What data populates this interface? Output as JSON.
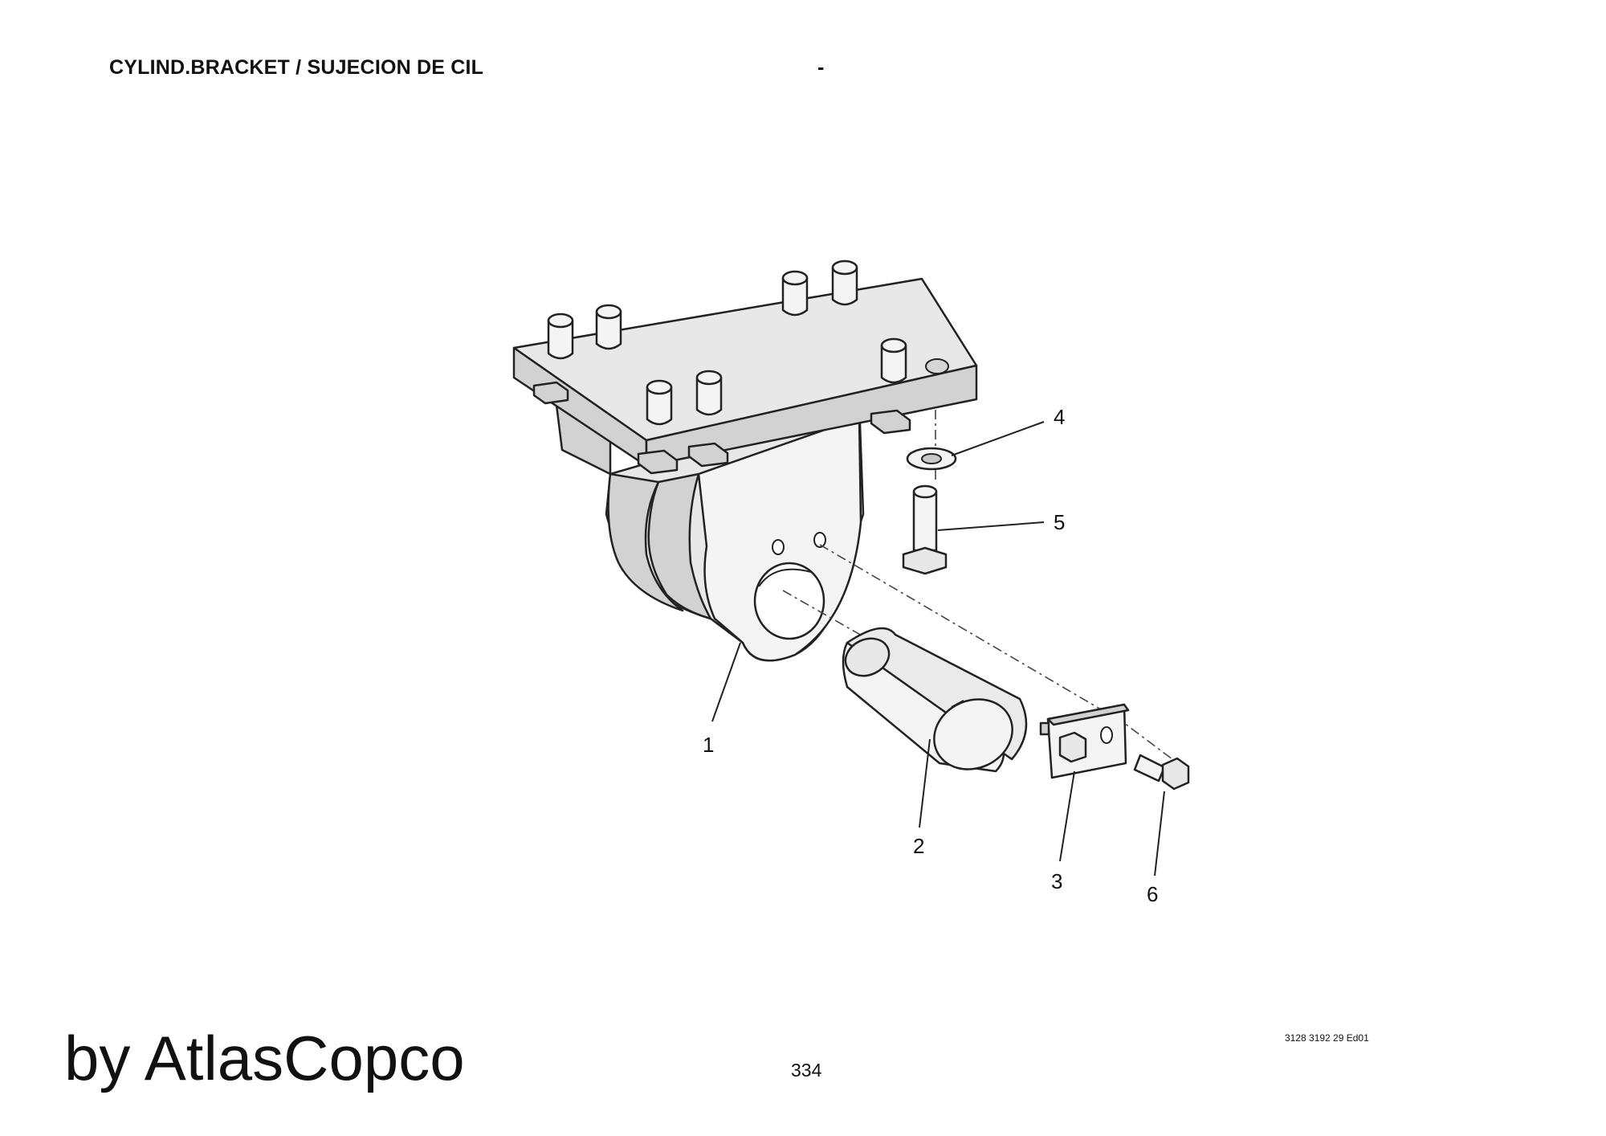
{
  "header": {
    "title": "CYLIND.BRACKET / SUJECION DE CIL",
    "dash": "-"
  },
  "diagram": {
    "callouts": [
      {
        "id": "c1",
        "label": "1"
      },
      {
        "id": "c2",
        "label": "2"
      },
      {
        "id": "c3",
        "label": "3"
      },
      {
        "id": "c4",
        "label": "4"
      },
      {
        "id": "c5",
        "label": "5"
      },
      {
        "id": "c6",
        "label": "6"
      }
    ]
  },
  "footer": {
    "brand": "by AtlasCopco",
    "page_number": "334",
    "doc_ref": "3128 3192 29 Ed01"
  }
}
